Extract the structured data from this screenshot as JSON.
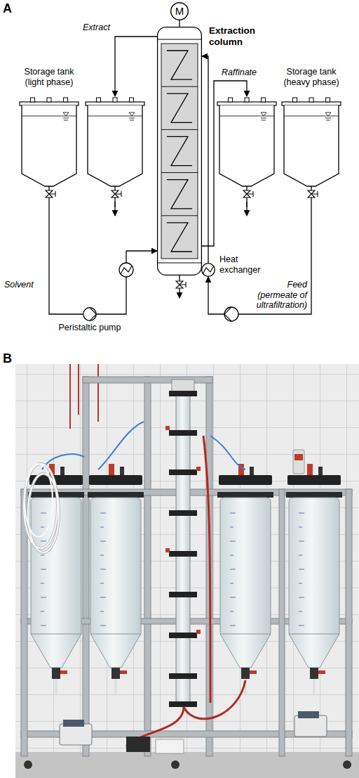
{
  "diagram": {
    "nodes": [
      {
        "text": [
          "M"
        ]
      },
      {
        "text": [
          "Extraction column"
        ]
      },
      {
        "text": [
          "Storage tank (light phase)"
        ]
      },
      {
        "text": [
          "Storage tank (heavy phase)"
        ]
      },
      {
        "text": [
          "Peristaltic pump"
        ]
      },
      {
        "text": [
          "Heat exchanger"
        ]
      }
    ],
    "edges": [
      {
        "from": 0,
        "to": 1,
        "arrow": "none"
      },
      {
        "from": 2,
        "to": 4,
        "label": "Solvent",
        "arrow": "none"
      },
      {
        "from": 4,
        "to": 1,
        "arrow": "to"
      },
      {
        "from": 3,
        "to": 5,
        "label": "Feed",
        "arrow": "to"
      },
      {
        "from": 5,
        "to": 1,
        "arrow": "to"
      }
    ],
    "labels": [
      "A",
      "Extract",
      "Raffinate",
      "(permeate of ultrafiltration)",
      "B"
    ]
  }
}
